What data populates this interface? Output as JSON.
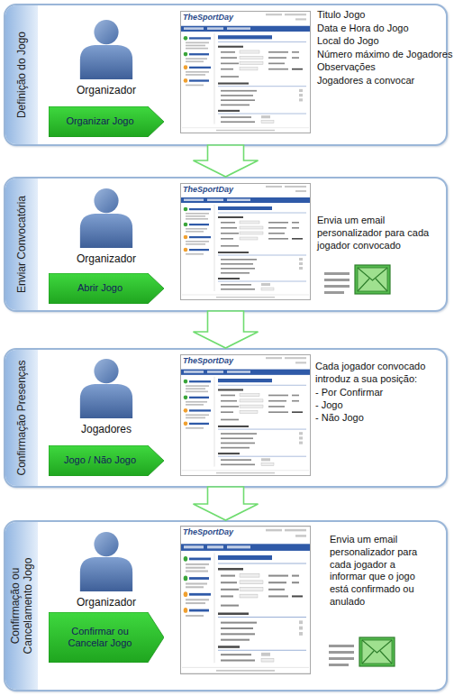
{
  "diagram": {
    "nodes": [
      {
        "text": [
          "Definição do Jogo"
        ]
      },
      {
        "text": [
          "Organizar Jogo"
        ],
        "in": 0
      },
      {
        "text": [
          "Enviar Convocatória"
        ]
      },
      {
        "text": [
          "Abrir Jogo"
        ],
        "in": 2
      },
      {
        "text": [
          "Confirmação Presenças"
        ]
      },
      {
        "text": [
          "Jogo / Não Jogo"
        ],
        "in": 4
      },
      {
        "text": [
          "Confirmação ou Cancelamento Jogo"
        ]
      },
      {
        "text": [
          "Confirmar ou Cancelar Jogo"
        ],
        "in": 6
      }
    ],
    "edges": [
      {
        "from": 0,
        "to": 2,
        "arrow": "to"
      },
      {
        "from": 2,
        "to": 4,
        "arrow": "to"
      },
      {
        "from": 4,
        "to": 6,
        "arrow": "to"
      }
    ],
    "labels": [
      "Organizador",
      "Titulo Jogo",
      "Data e Hora do Jogo",
      "Local do Jogo",
      "Número máximo de Jogadores",
      "Observações",
      "Jogadores a convocar",
      "TheSportDay",
      "Organizador",
      "Envia um email personalizador para cada jogador convocado",
      "TheSportDay",
      "Jogadores",
      "Cada jogador convocado introduz a sua posição:",
      "- Por Confirmar",
      "- Jogo",
      "- Não Jogo",
      "TheSportDay",
      "Organizador",
      "Envia um email personalizador para cada jogador a informar que o jogo está confirmado ou anulado",
      "TheSportDay"
    ]
  }
}
